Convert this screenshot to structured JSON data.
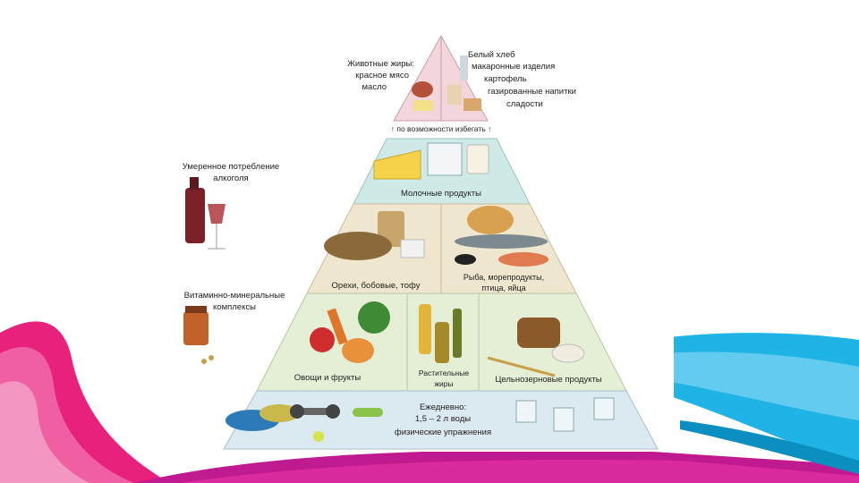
{
  "colors": {
    "pink": "#e8217c",
    "magenta": "#b01a8a",
    "cyan": "#1fb3e6",
    "teal": "#0fa3c4",
    "top_tier": "#f2d6dc",
    "dairy_tier": "#cfe9e6",
    "protein_tier": "#efe6cf",
    "plant_tier": "#e4efd6",
    "base_tier": "#dbe9f0"
  },
  "pyramid": {
    "top_left_label": [
      "Животные жиры:",
      "красное мясо",
      "масло"
    ],
    "top_right_label": [
      "Белый хлеб",
      "макаронные изделия",
      "картофель",
      "газированные напитки",
      "сладости"
    ],
    "avoid_caption": "↑ по возможности избегать ↑",
    "dairy_label": "Молочные продукты",
    "nuts_label": "Орехи, бобовые, тофу",
    "fish_label": [
      "Рыба, морепродукты,",
      "птица, яйца"
    ],
    "veg_label": "Овощи и фрукты",
    "oils_label": [
      "Растительные",
      "жиры"
    ],
    "grains_label": "Цельнозерновые продукты",
    "base_label": [
      "Ежедневно:",
      "1,5 – 2 л воды",
      "физические упражнения"
    ]
  },
  "side": {
    "alcohol_label": [
      "Умеренное потребление",
      "алкоголя"
    ],
    "vitamins_label": [
      "Витаминно-минеральные",
      "комплексы"
    ]
  }
}
